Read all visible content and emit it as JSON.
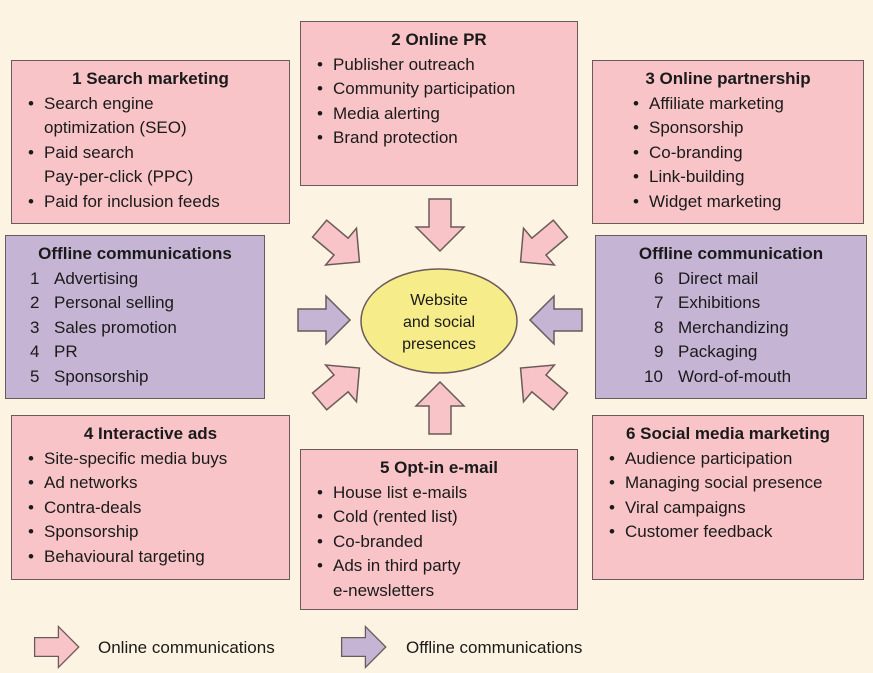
{
  "center": {
    "line1": "Website",
    "line2": "and social",
    "line3": "presences"
  },
  "boxes": {
    "search": {
      "title": "1  Search marketing",
      "items": [
        "Search engine",
        "optimization (SEO)",
        "Paid search",
        "Pay-per-click (PPC)",
        "Paid for inclusion feeds"
      ]
    },
    "pr": {
      "title": "2  Online PR",
      "items": [
        "Publisher outreach",
        "Community participation",
        "Media alerting",
        "Brand protection"
      ]
    },
    "partnership": {
      "title": "3  Online partnership",
      "items": [
        "Affiliate marketing",
        "Sponsorship",
        "Co-branding",
        "Link-building",
        "Widget marketing"
      ]
    },
    "offline_left": {
      "title": "Offline communications",
      "items": [
        {
          "num": "1",
          "label": "Advertising"
        },
        {
          "num": "2",
          "label": "Personal selling"
        },
        {
          "num": "3",
          "label": "Sales promotion"
        },
        {
          "num": "4",
          "label": "PR"
        },
        {
          "num": "5",
          "label": "Sponsorship"
        }
      ]
    },
    "offline_right": {
      "title": "Offline communication",
      "items": [
        {
          "num": "6",
          "label": "Direct mail"
        },
        {
          "num": "7",
          "label": "Exhibitions"
        },
        {
          "num": "8",
          "label": "Merchandizing"
        },
        {
          "num": "9",
          "label": "Packaging"
        },
        {
          "num": "10",
          "label": "Word-of-mouth"
        }
      ]
    },
    "interactive": {
      "title": "4  Interactive ads",
      "items": [
        "Site-specific media buys",
        "Ad networks",
        "Contra-deals",
        "Sponsorship",
        "Behavioural targeting"
      ]
    },
    "email": {
      "title": "5  Opt-in e-mail",
      "items": [
        "House list e-mails",
        "Cold (rented list)",
        "Co-branded",
        "Ads in third party",
        "e-newsletters"
      ]
    },
    "social": {
      "title": "6  Social media marketing",
      "items": [
        "Audience participation",
        "Managing social presence",
        "Viral campaigns",
        "Customer feedback"
      ]
    }
  },
  "legend": {
    "online": "Online communications",
    "offline": "Offline communications"
  },
  "colors": {
    "online_fill": "#f8c4c8",
    "offline_fill": "#c6b4d4",
    "center_fill": "#f7ec8a",
    "background": "#fdf3e2",
    "stroke": "#6b5a5a"
  }
}
